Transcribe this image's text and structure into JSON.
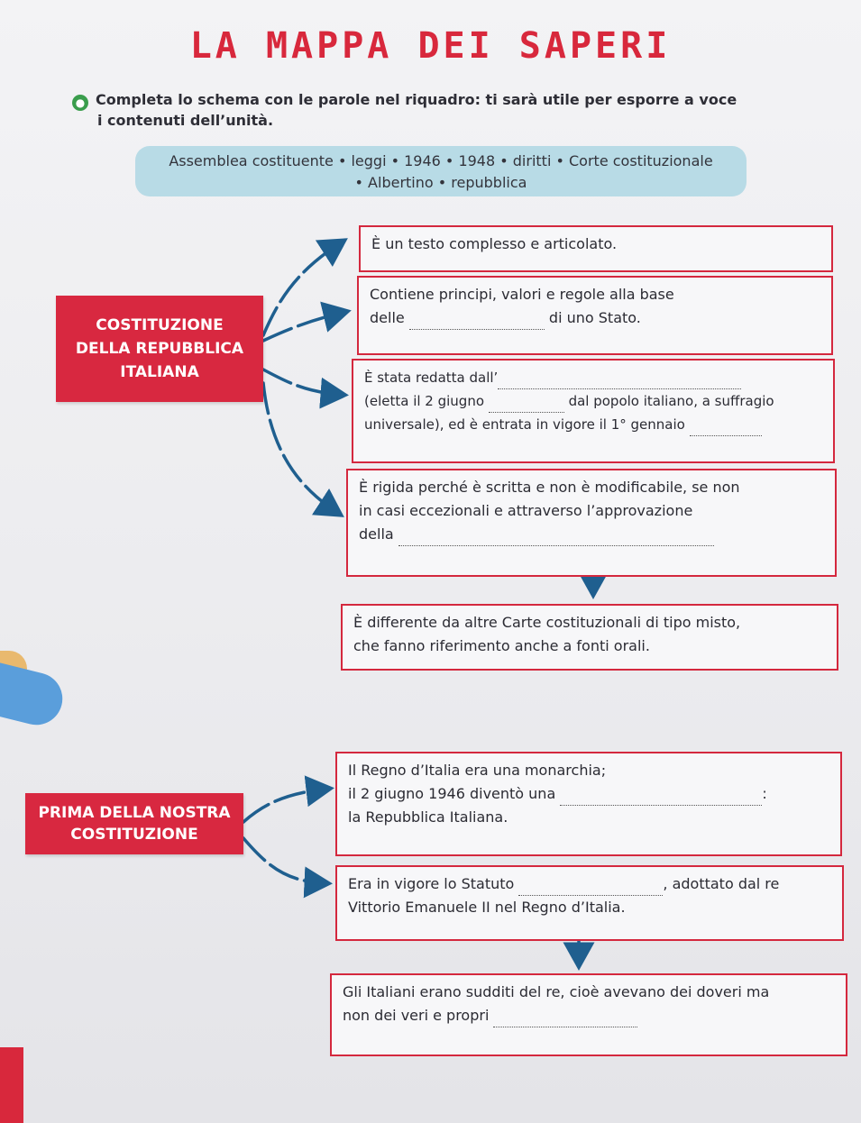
{
  "title": "LA MAPPA DEI SAPERI",
  "instruction": {
    "line1": "Completa lo schema con le parole nel riquadro: ti sarà utile per esporre a voce",
    "line2": "i contenuti dell’unità."
  },
  "word_box": {
    "line1": "Assemblea costituente • leggi • 1946 • 1948 • diritti • Corte costituzionale",
    "line2": "• Albertino • repubblica"
  },
  "section1": {
    "label_line1": "COSTITUZIONE",
    "label_line2": "DELLA REPUBBLICA",
    "label_line3": "ITALIANA",
    "box1": "È un testo complesso e articolato.",
    "box2_line1": "Contiene principi, valori e regole alla base",
    "box2_pre": "delle",
    "box2_post": "di uno Stato.",
    "box3_line1": "È stata redatta dall’",
    "box3_pre2": "(eletta il 2 giugno",
    "box3_post2": "dal popolo italiano, a suffragio",
    "box3_line3": "universale), ed è entrata in vigore il 1° gennaio",
    "box4_line1": "È rigida perché è scritta e non è modificabile, se non",
    "box4_line2": "in casi eccezionali e attraverso l’approvazione",
    "box4_pre3": "della",
    "box5_line1": "È differente da altre Carte costituzionali di tipo misto,",
    "box5_line2": "che fanno riferimento anche a fonti orali."
  },
  "section2": {
    "label_line1": "PRIMA DELLA NOSTRA",
    "label_line2": "COSTITUZIONE",
    "box1_line1": "Il Regno d’Italia era una monarchia;",
    "box1_pre2": "il 2 giugno 1946 diventò una",
    "box1_post2": ":",
    "box1_line3": "la Repubblica Italiana.",
    "box2_pre1": "Era in vigore lo Statuto",
    "box2_post1": ", adottato dal re",
    "box2_line2": "Vittorio Emanuele II nel Regno d’Italia.",
    "box3_line1": "Gli Italiani erano sudditi del re, cioè avevano dei doveri ma",
    "box3_pre2": "non dei veri e propri"
  },
  "colors": {
    "accent_red": "#d8283c",
    "word_box_blue": "#b8dbe6",
    "arrow_blue": "#1f5f8f",
    "bullet_green": "#3a9d4c"
  },
  "icons": [
    "globe-bullet-icon",
    "curved-arrow-icon",
    "down-arrow-icon"
  ]
}
